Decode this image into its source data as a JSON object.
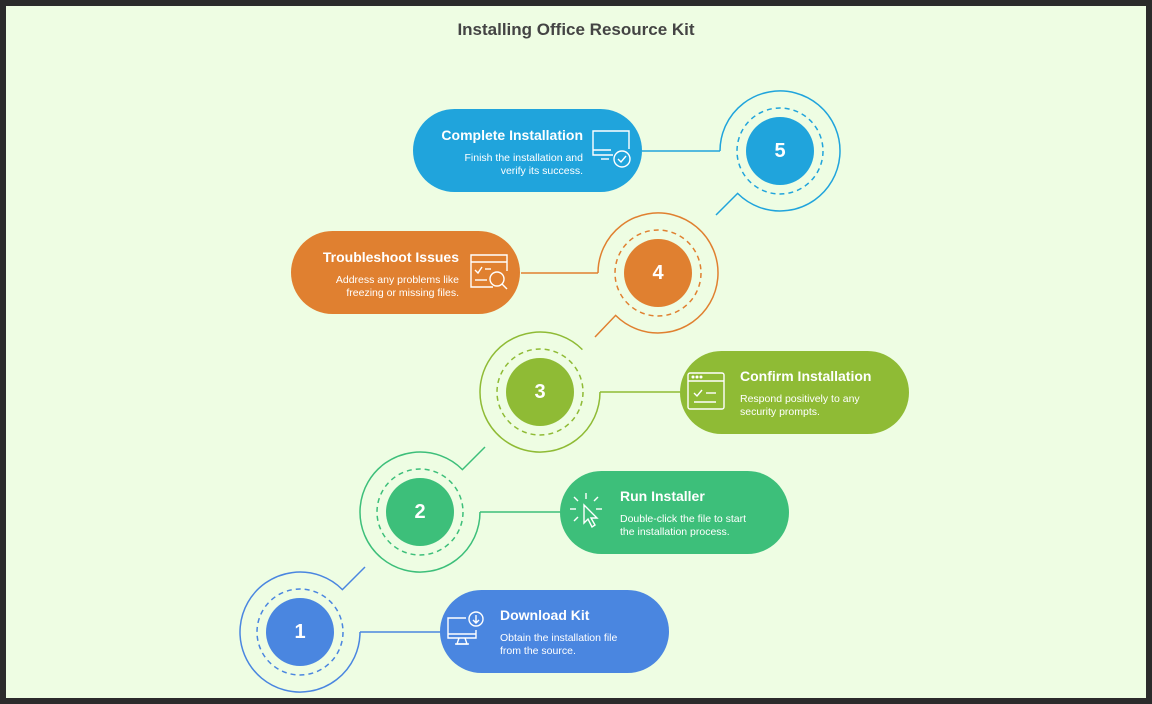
{
  "title": "Installing Office Resource Kit",
  "colors": {
    "background": "#eefde3",
    "step1": "#4a86e0",
    "step2": "#3dbf7a",
    "step3": "#8fbb35",
    "step4": "#e08030",
    "step5": "#20a4dc"
  },
  "steps": [
    {
      "number": "1",
      "title": "Download Kit",
      "description": "Obtain the installation file from the source.",
      "icon": "monitor-download-icon"
    },
    {
      "number": "2",
      "title": "Run Installer",
      "description": "Double-click the file to start the installation process.",
      "icon": "cursor-click-icon"
    },
    {
      "number": "3",
      "title": "Confirm Installation",
      "description": "Respond positively to any security prompts.",
      "icon": "window-checklist-icon"
    },
    {
      "number": "4",
      "title": "Troubleshoot Issues",
      "description": "Address any problems like freezing or missing files.",
      "icon": "checklist-search-icon"
    },
    {
      "number": "5",
      "title": "Complete Installation",
      "description": "Finish the installation and verify its success.",
      "icon": "monitor-check-icon"
    }
  ]
}
